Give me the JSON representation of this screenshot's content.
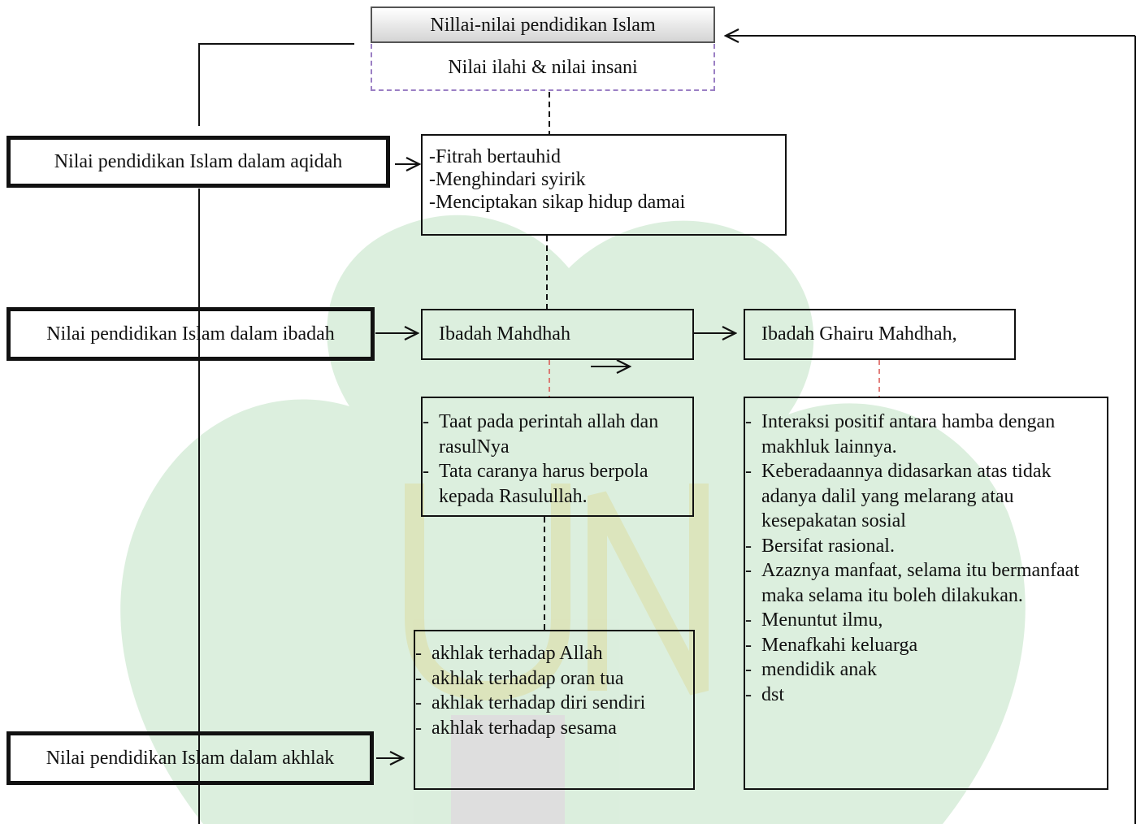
{
  "title": {
    "main": "Nillai-nilai pendidikan Islam",
    "sub": "Nilai ilahi & nilai insani"
  },
  "left_labels": {
    "aqidah": "Nilai pendidikan Islam dalam aqidah",
    "ibadah": "Nilai pendidikan Islam dalam ibadah",
    "akhlak": "Nilai pendidikan Islam dalam akhlak"
  },
  "aqidah_points": [
    "-Fitrah bertauhid",
    "-Menghindari syirik",
    "-Menciptakan sikap hidup damai"
  ],
  "ibadah": {
    "mahdhah": "Ibadah Mahdhah",
    "ghairu": "Ibadah Ghairu Mahdhah,",
    "mahdhah_points": [
      "Taat pada perintah allah dan rasulNya",
      "Tata caranya harus berpola kepada Rasulullah."
    ],
    "ghairu_points": [
      "Interaksi positif antara hamba dengan makhluk lainnya.",
      "Keberadaannya didasarkan atas tidak adanya dalil yang melarang atau kesepakatan sosial",
      "Bersifat rasional.",
      "Azaznya manfaat, selama itu bermanfaat maka selama itu boleh dilakukan.",
      "Menuntut ilmu,",
      "Menafkahi keluarga",
      "mendidik anak",
      "dst"
    ]
  },
  "akhlak_points": [
    "akhlak terhadap Allah",
    "akhlak terhadap oran tua",
    "akhlak terhadap diri sendiri",
    "akhlak terhadap sesama"
  ],
  "colors": {
    "line": "#111111",
    "dash_purple": "#9b7fc4",
    "dash_red": "#d9534f",
    "watermark_green": "#2e9e3e",
    "watermark_gold": "#e0c34a"
  }
}
